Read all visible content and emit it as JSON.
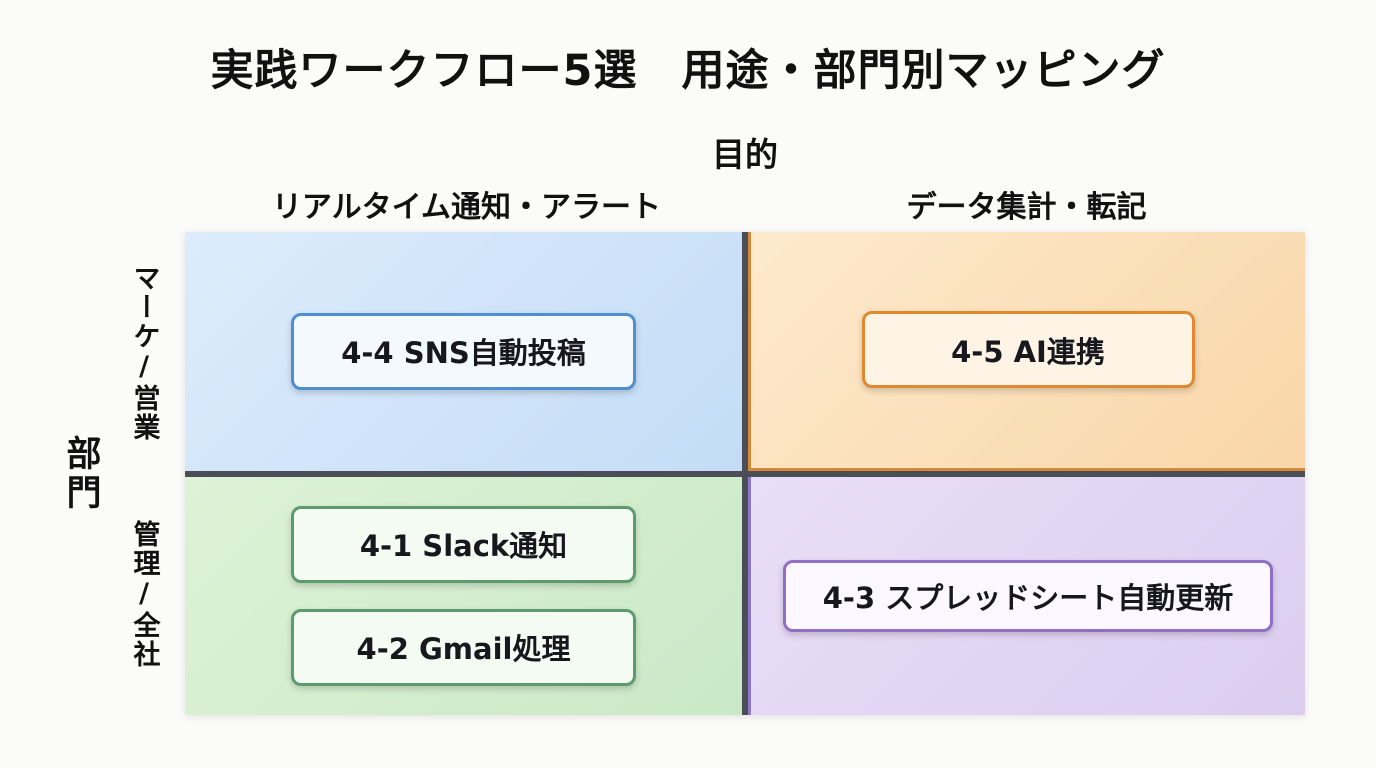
{
  "title": "実践ワークフロー5選　用途・部門別マッピング",
  "x_axis": {
    "label": "目的",
    "columns": [
      "リアルタイム通知・アラート",
      "データ集計・転記"
    ]
  },
  "y_axis": {
    "label": "部門",
    "rows": [
      "マーケ/営業",
      "管理/全社"
    ]
  },
  "quadrants": {
    "top_left": {
      "row": "マーケ/営業",
      "column": "リアルタイム通知・アラート",
      "accent": "#4f8fd0",
      "items": [
        "4-4 SNS自動投稿"
      ]
    },
    "top_right": {
      "row": "マーケ/営業",
      "column": "データ集計・転記",
      "accent": "#e0892f",
      "items": [
        "4-5 AI連携"
      ]
    },
    "bottom_left": {
      "row": "管理/全社",
      "column": "リアルタイム通知・アラート",
      "accent": "#5d9b6c",
      "items": [
        "4-1 Slack通知",
        "4-2 Gmail処理"
      ]
    },
    "bottom_right": {
      "row": "管理/全社",
      "column": "データ集計・転記",
      "accent": "#8f6fc5",
      "items": [
        "4-3 スプレッドシート自動更新"
      ]
    }
  }
}
